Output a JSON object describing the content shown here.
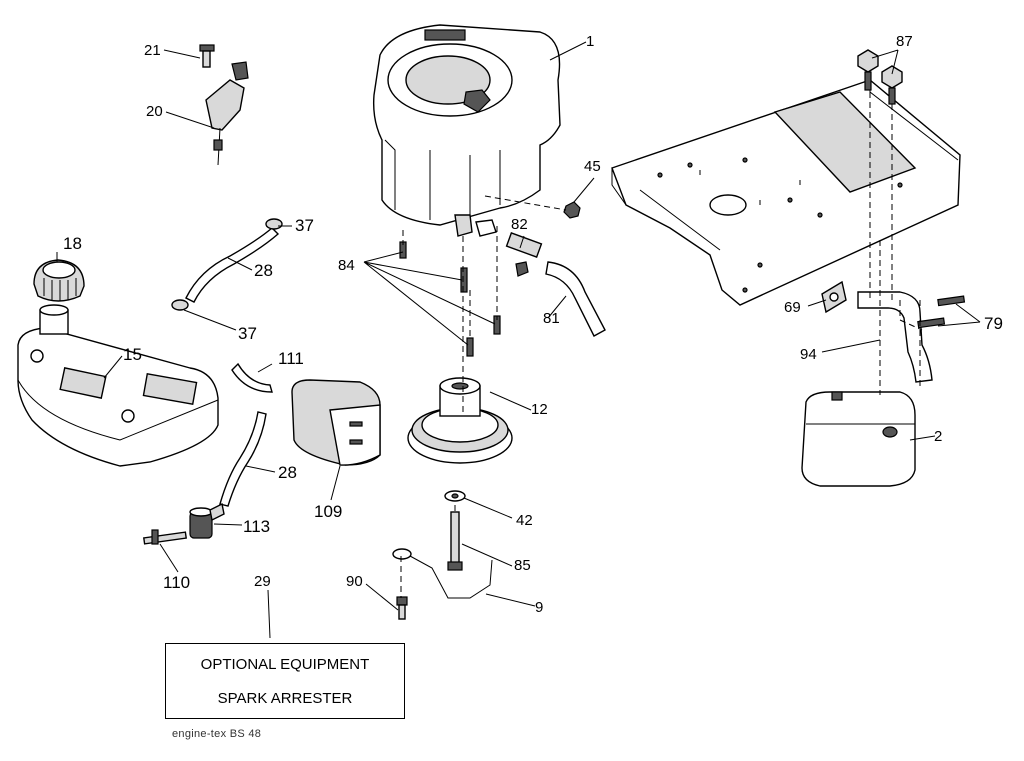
{
  "callouts": {
    "c1": "1",
    "c2": "2",
    "c9": "9",
    "c12": "12",
    "c15": "15",
    "c18": "18",
    "c20": "20",
    "c21": "21",
    "c28a": "28",
    "c28b": "28",
    "c29": "29",
    "c37a": "37",
    "c37b": "37",
    "c42": "42",
    "c45": "45",
    "c69": "69",
    "c79": "79",
    "c81": "81",
    "c82": "82",
    "c84": "84",
    "c85": "85",
    "c87": "87",
    "c90": "90",
    "c94": "94",
    "c109": "109",
    "c110": "110",
    "c111": "111",
    "c113": "113"
  },
  "optional_box": {
    "line1": "OPTIONAL EQUIPMENT",
    "line2": "SPARK ARRESTER"
  },
  "footer": {
    "code": "engine-tex  BS  48"
  }
}
